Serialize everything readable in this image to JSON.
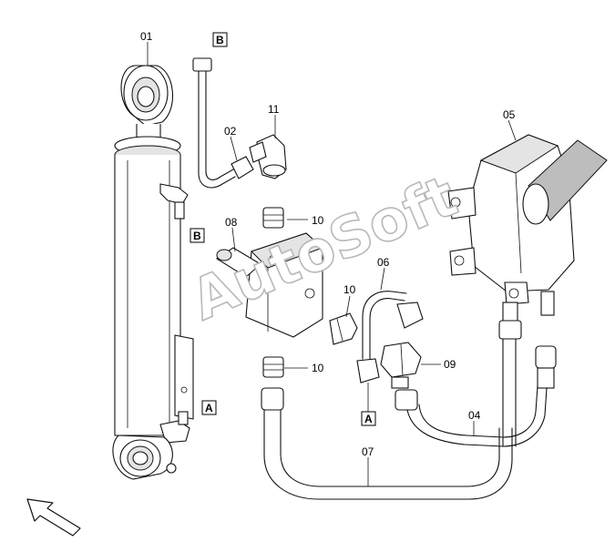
{
  "watermark": "AutoSoft",
  "part_labels": {
    "p01": "01",
    "p02": "02",
    "p04": "04",
    "p05": "05",
    "p06": "06",
    "p07": "07",
    "p08": "08",
    "p09": "09",
    "p10a": "10",
    "p10b": "10",
    "p10c": "10",
    "p11": "11"
  },
  "connection_markers": {
    "b_top": "B",
    "b_cyl": "B",
    "a_cyl": "A",
    "a_pipe": "A"
  },
  "icons": {
    "direction": "arrow-up-left-icon"
  }
}
